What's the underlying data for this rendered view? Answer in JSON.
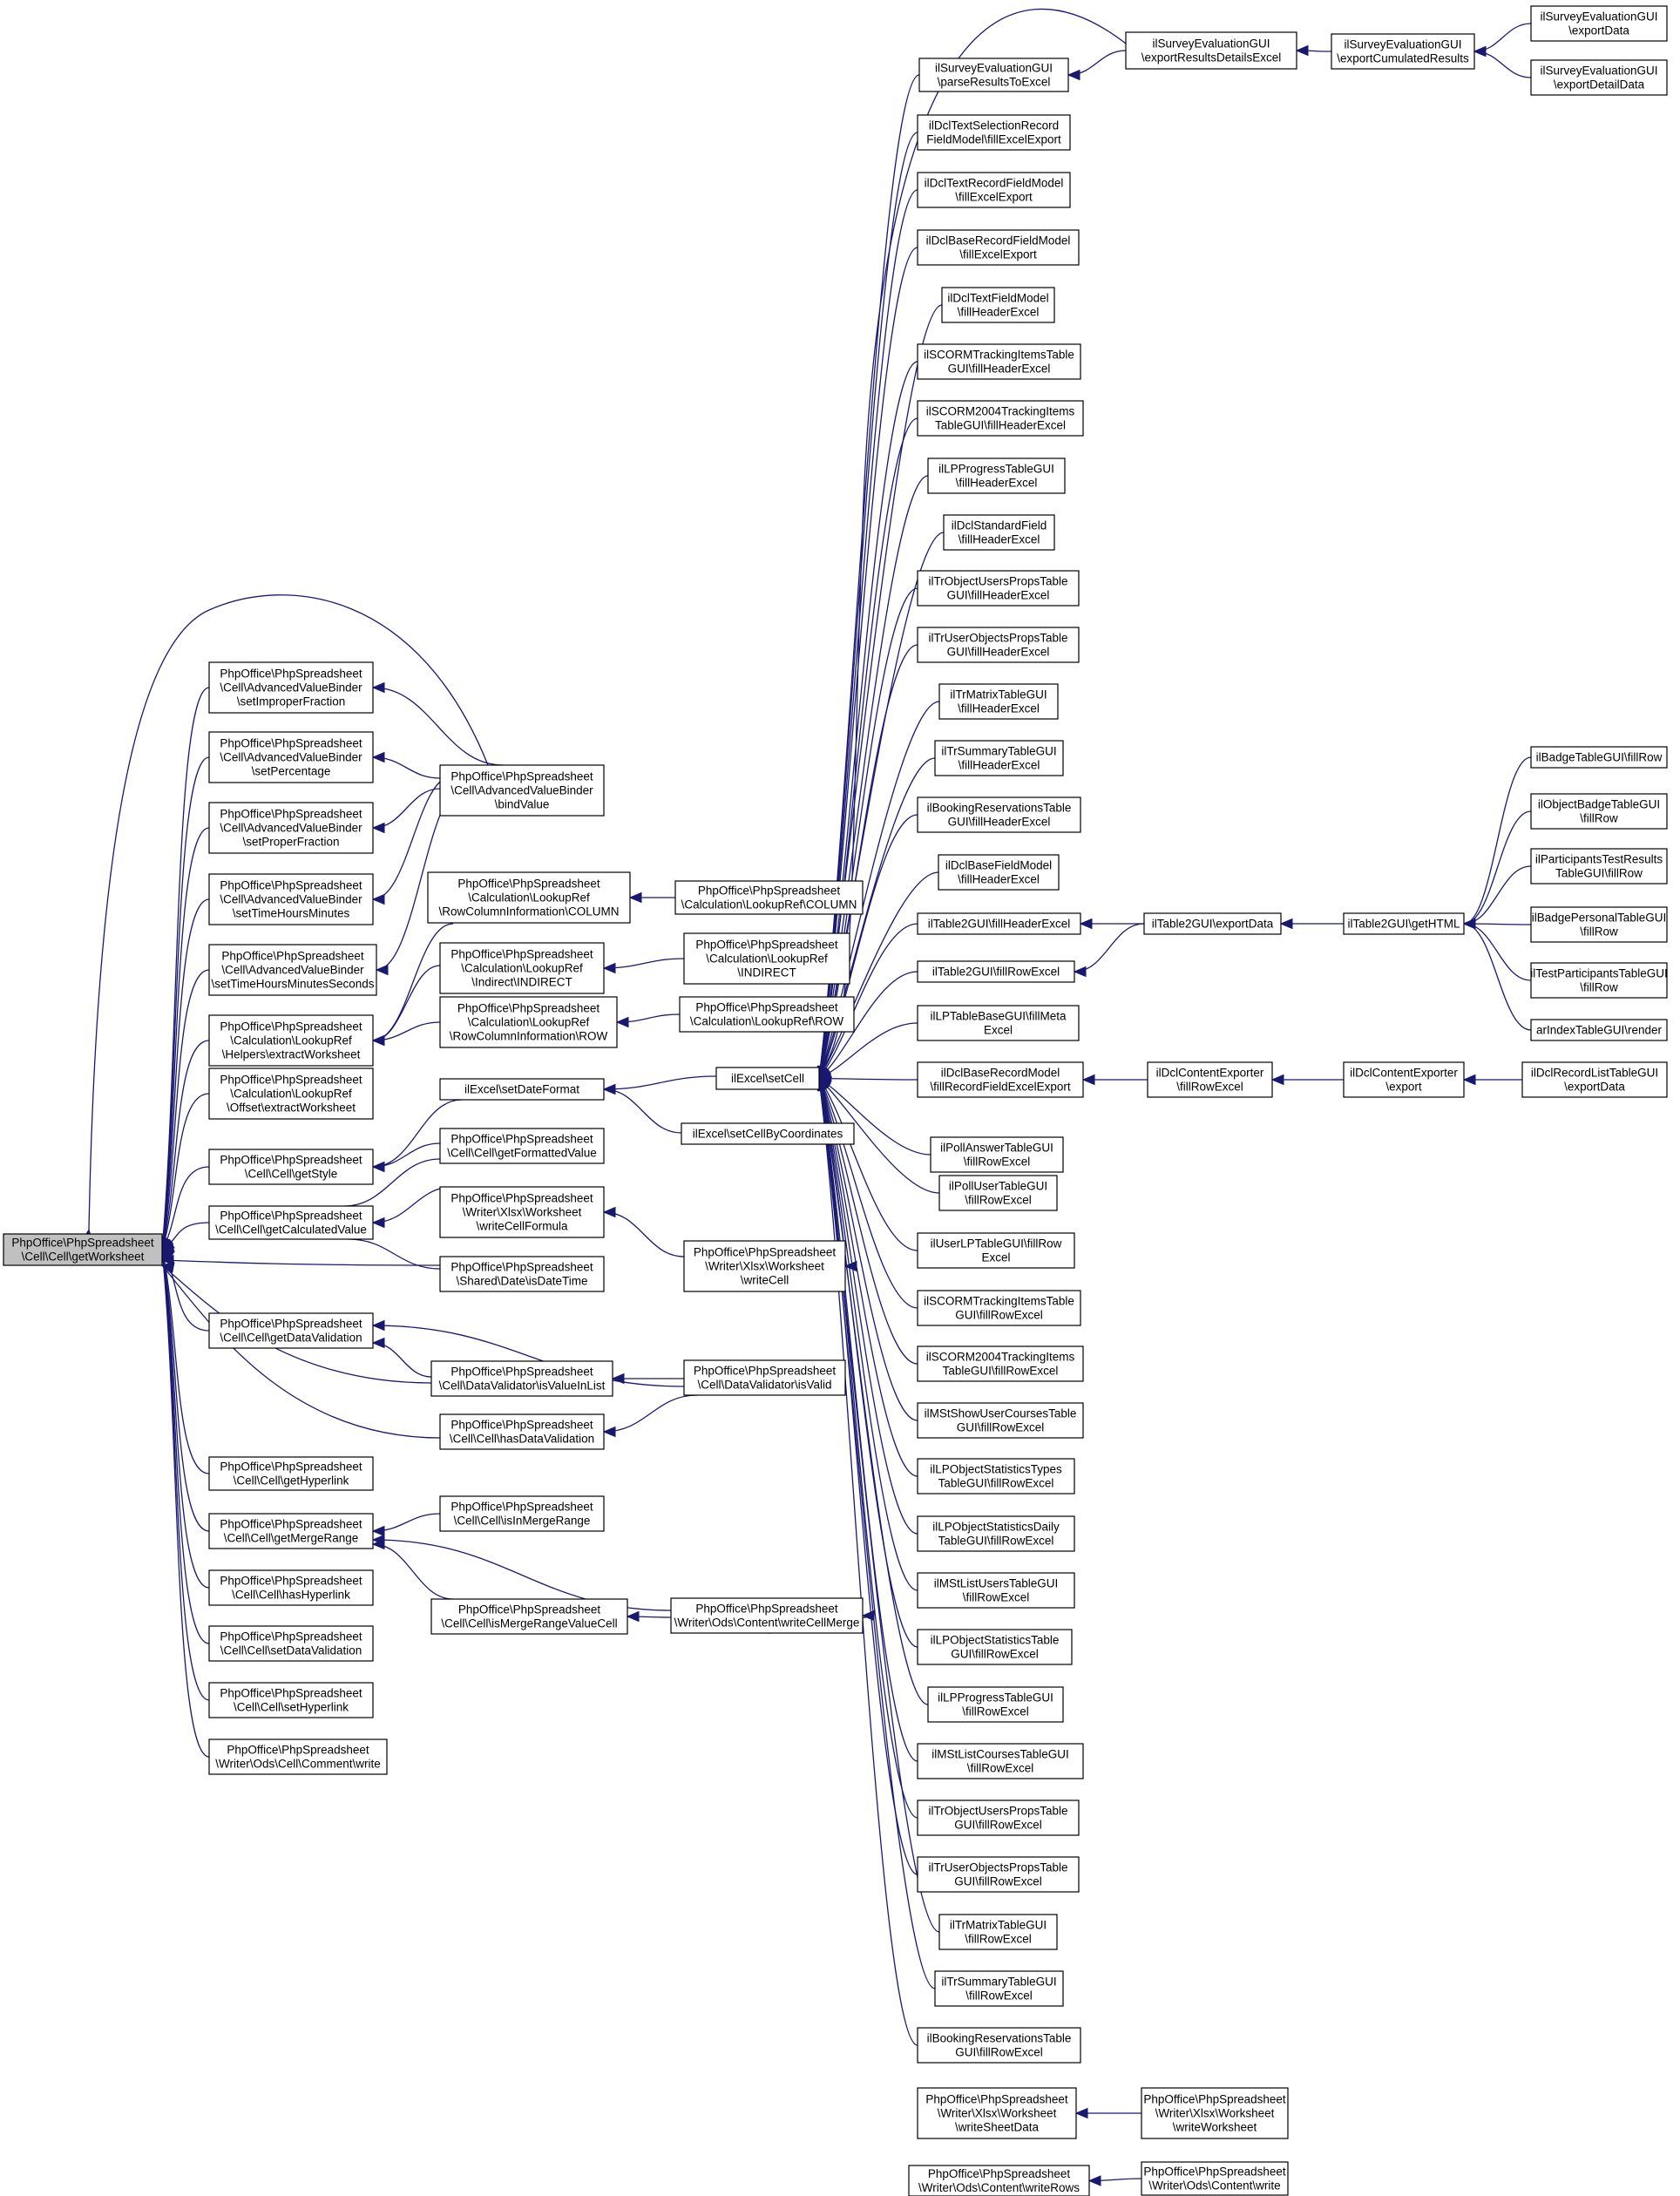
{
  "colors": {
    "edge": "#191970",
    "root_fill": "#c0c0c0",
    "node_fill": "#ffffff",
    "node_border": "#000000"
  },
  "nodes": [
    {
      "id": "root",
      "lines": [
        "PhpOffice\\PhpSpreadsheet",
        "\\Cell\\Cell\\getWorksheet"
      ]
    },
    {
      "id": "a1",
      "lines": [
        "PhpOffice\\PhpSpreadsheet",
        "\\Cell\\AdvancedValueBinder",
        "\\setImproperFraction"
      ]
    },
    {
      "id": "a2",
      "lines": [
        "PhpOffice\\PhpSpreadsheet",
        "\\Cell\\AdvancedValueBinder",
        "\\setPercentage"
      ]
    },
    {
      "id": "a3",
      "lines": [
        "PhpOffice\\PhpSpreadsheet",
        "\\Cell\\AdvancedValueBinder",
        "\\setProperFraction"
      ]
    },
    {
      "id": "a4",
      "lines": [
        "PhpOffice\\PhpSpreadsheet",
        "\\Cell\\AdvancedValueBinder",
        "\\setTimeHoursMinutes"
      ]
    },
    {
      "id": "a5",
      "lines": [
        "PhpOffice\\PhpSpreadsheet",
        "\\Cell\\AdvancedValueBinder",
        "\\setTimeHoursMinutesSeconds"
      ]
    },
    {
      "id": "a6",
      "lines": [
        "PhpOffice\\PhpSpreadsheet",
        "\\Calculation\\LookupRef",
        "\\Helpers\\extractWorksheet"
      ]
    },
    {
      "id": "a7",
      "lines": [
        "PhpOffice\\PhpSpreadsheet",
        "\\Calculation\\LookupRef",
        "\\Offset\\extractWorksheet"
      ]
    },
    {
      "id": "a8",
      "lines": [
        "PhpOffice\\PhpSpreadsheet",
        "\\Cell\\Cell\\getStyle"
      ]
    },
    {
      "id": "a9",
      "lines": [
        "PhpOffice\\PhpSpreadsheet",
        "\\Cell\\Cell\\getCalculatedValue"
      ]
    },
    {
      "id": "a10",
      "lines": [
        "PhpOffice\\PhpSpreadsheet",
        "\\Cell\\Cell\\getDataValidation"
      ]
    },
    {
      "id": "a11",
      "lines": [
        "PhpOffice\\PhpSpreadsheet",
        "\\Cell\\Cell\\getHyperlink"
      ]
    },
    {
      "id": "a12",
      "lines": [
        "PhpOffice\\PhpSpreadsheet",
        "\\Cell\\Cell\\getMergeRange"
      ]
    },
    {
      "id": "a13",
      "lines": [
        "PhpOffice\\PhpSpreadsheet",
        "\\Cell\\Cell\\hasHyperlink"
      ]
    },
    {
      "id": "a14",
      "lines": [
        "PhpOffice\\PhpSpreadsheet",
        "\\Cell\\Cell\\setDataValidation"
      ]
    },
    {
      "id": "a15",
      "lines": [
        "PhpOffice\\PhpSpreadsheet",
        "\\Cell\\Cell\\setHyperlink"
      ]
    },
    {
      "id": "a16",
      "lines": [
        "PhpOffice\\PhpSpreadsheet",
        "\\Writer\\Ods\\Cell\\Comment\\write"
      ]
    },
    {
      "id": "b1",
      "lines": [
        "PhpOffice\\PhpSpreadsheet",
        "\\Cell\\AdvancedValueBinder",
        "\\bindValue"
      ]
    },
    {
      "id": "b2",
      "lines": [
        "PhpOffice\\PhpSpreadsheet",
        "\\Calculation\\LookupRef",
        "\\RowColumnInformation\\COLUMN"
      ]
    },
    {
      "id": "b3",
      "lines": [
        "PhpOffice\\PhpSpreadsheet",
        "\\Calculation\\LookupRef",
        "\\Indirect\\INDIRECT"
      ]
    },
    {
      "id": "b4",
      "lines": [
        "PhpOffice\\PhpSpreadsheet",
        "\\Calculation\\LookupRef",
        "\\RowColumnInformation\\ROW"
      ]
    },
    {
      "id": "b5",
      "lines": [
        "ilExcel\\setDateFormat"
      ]
    },
    {
      "id": "b6",
      "lines": [
        "PhpOffice\\PhpSpreadsheet",
        "\\Cell\\Cell\\getFormattedValue"
      ]
    },
    {
      "id": "b7",
      "lines": [
        "PhpOffice\\PhpSpreadsheet",
        "\\Writer\\Xlsx\\Worksheet",
        "\\writeCellFormula"
      ]
    },
    {
      "id": "b8",
      "lines": [
        "PhpOffice\\PhpSpreadsheet",
        "\\Shared\\Date\\isDateTime"
      ]
    },
    {
      "id": "b9",
      "lines": [
        "PhpOffice\\PhpSpreadsheet",
        "\\Cell\\DataValidator\\isValueInList"
      ]
    },
    {
      "id": "b10",
      "lines": [
        "PhpOffice\\PhpSpreadsheet",
        "\\Cell\\Cell\\hasDataValidation"
      ]
    },
    {
      "id": "b11",
      "lines": [
        "PhpOffice\\PhpSpreadsheet",
        "\\Cell\\Cell\\isInMergeRange"
      ]
    },
    {
      "id": "b12",
      "lines": [
        "PhpOffice\\PhpSpreadsheet",
        "\\Cell\\Cell\\isMergeRangeValueCell"
      ]
    },
    {
      "id": "c1",
      "lines": [
        "PhpOffice\\PhpSpreadsheet",
        "\\Calculation\\LookupRef\\COLUMN"
      ]
    },
    {
      "id": "c2",
      "lines": [
        "PhpOffice\\PhpSpreadsheet",
        "\\Calculation\\LookupRef",
        "\\INDIRECT"
      ]
    },
    {
      "id": "c3",
      "lines": [
        "PhpOffice\\PhpSpreadsheet",
        "\\Calculation\\LookupRef\\ROW"
      ]
    },
    {
      "id": "c4",
      "lines": [
        "ilExcel\\setCell"
      ]
    },
    {
      "id": "c5",
      "lines": [
        "ilExcel\\setCellByCoordinates"
      ]
    },
    {
      "id": "c6",
      "lines": [
        "PhpOffice\\PhpSpreadsheet",
        "\\Writer\\Xlsx\\Worksheet",
        "\\writeCell"
      ]
    },
    {
      "id": "c7",
      "lines": [
        "PhpOffice\\PhpSpreadsheet",
        "\\Cell\\DataValidator\\isValid"
      ]
    },
    {
      "id": "c8",
      "lines": [
        "PhpOffice\\PhpSpreadsheet",
        "\\Writer\\Ods\\Content\\writeCellMerge"
      ]
    },
    {
      "id": "d1",
      "lines": [
        "ilSurveyEvaluationGUI",
        "\\parseResultsToExcel"
      ]
    },
    {
      "id": "d2",
      "lines": [
        "ilDclTextSelectionRecord",
        "FieldModel\\fillExcelExport"
      ]
    },
    {
      "id": "d3",
      "lines": [
        "ilDclTextRecordFieldModel",
        "\\fillExcelExport"
      ]
    },
    {
      "id": "d4",
      "lines": [
        "ilDclBaseRecordFieldModel",
        "\\fillExcelExport"
      ]
    },
    {
      "id": "d5",
      "lines": [
        "ilDclTextFieldModel",
        "\\fillHeaderExcel"
      ]
    },
    {
      "id": "d6",
      "lines": [
        "ilSCORMTrackingItemsTable",
        "GUI\\fillHeaderExcel"
      ]
    },
    {
      "id": "d7",
      "lines": [
        "ilSCORM2004TrackingItems",
        "TableGUI\\fillHeaderExcel"
      ]
    },
    {
      "id": "d8",
      "lines": [
        "ilLPProgressTableGUI",
        "\\fillHeaderExcel"
      ]
    },
    {
      "id": "d9",
      "lines": [
        "ilDclStandardField",
        "\\fillHeaderExcel"
      ]
    },
    {
      "id": "d10",
      "lines": [
        "ilTrObjectUsersPropsTable",
        "GUI\\fillHeaderExcel"
      ]
    },
    {
      "id": "d11",
      "lines": [
        "ilTrUserObjectsPropsTable",
        "GUI\\fillHeaderExcel"
      ]
    },
    {
      "id": "d12",
      "lines": [
        "ilTrMatrixTableGUI",
        "\\fillHeaderExcel"
      ]
    },
    {
      "id": "d13",
      "lines": [
        "ilTrSummaryTableGUI",
        "\\fillHeaderExcel"
      ]
    },
    {
      "id": "d14",
      "lines": [
        "ilBookingReservationsTable",
        "GUI\\fillHeaderExcel"
      ]
    },
    {
      "id": "d15",
      "lines": [
        "ilDclBaseFieldModel",
        "\\fillHeaderExcel"
      ]
    },
    {
      "id": "d16",
      "lines": [
        "ilTable2GUI\\fillHeaderExcel"
      ]
    },
    {
      "id": "d17",
      "lines": [
        "ilTable2GUI\\fillRowExcel"
      ]
    },
    {
      "id": "d18",
      "lines": [
        "ilLPTableBaseGUI\\fillMeta",
        "Excel"
      ]
    },
    {
      "id": "d19",
      "lines": [
        "ilDclBaseRecordModel",
        "\\fillRecordFieldExcelExport"
      ]
    },
    {
      "id": "d20",
      "lines": [
        "ilPollAnswerTableGUI",
        "\\fillRowExcel"
      ]
    },
    {
      "id": "d21",
      "lines": [
        "ilPollUserTableGUI",
        "\\fillRowExcel"
      ]
    },
    {
      "id": "d22",
      "lines": [
        "ilUserLPTableGUI\\fillRow",
        "Excel"
      ]
    },
    {
      "id": "d23",
      "lines": [
        "ilSCORMTrackingItemsTable",
        "GUI\\fillRowExcel"
      ]
    },
    {
      "id": "d24",
      "lines": [
        "ilSCORM2004TrackingItems",
        "TableGUI\\fillRowExcel"
      ]
    },
    {
      "id": "d25",
      "lines": [
        "ilMStShowUserCoursesTable",
        "GUI\\fillRowExcel"
      ]
    },
    {
      "id": "d26",
      "lines": [
        "ilLPObjectStatisticsTypes",
        "TableGUI\\fillRowExcel"
      ]
    },
    {
      "id": "d27",
      "lines": [
        "ilLPObjectStatisticsDaily",
        "TableGUI\\fillRowExcel"
      ]
    },
    {
      "id": "d28",
      "lines": [
        "ilMStListUsersTableGUI",
        "\\fillRowExcel"
      ]
    },
    {
      "id": "d29",
      "lines": [
        "ilLPObjectStatisticsTable",
        "GUI\\fillRowExcel"
      ]
    },
    {
      "id": "d30",
      "lines": [
        "ilLPProgressTableGUI",
        "\\fillRowExcel"
      ]
    },
    {
      "id": "d31",
      "lines": [
        "ilMStListCoursesTableGUI",
        "\\fillRowExcel"
      ]
    },
    {
      "id": "d32",
      "lines": [
        "ilTrObjectUsersPropsTable",
        "GUI\\fillRowExcel"
      ]
    },
    {
      "id": "d33",
      "lines": [
        "ilTrUserObjectsPropsTable",
        "GUI\\fillRowExcel"
      ]
    },
    {
      "id": "d34",
      "lines": [
        "ilTrMatrixTableGUI",
        "\\fillRowExcel"
      ]
    },
    {
      "id": "d35",
      "lines": [
        "ilTrSummaryTableGUI",
        "\\fillRowExcel"
      ]
    },
    {
      "id": "d36",
      "lines": [
        "ilBookingReservationsTable",
        "GUI\\fillRowExcel"
      ]
    },
    {
      "id": "d37",
      "lines": [
        "PhpOffice\\PhpSpreadsheet",
        "\\Writer\\Xlsx\\Worksheet",
        "\\writeSheetData"
      ]
    },
    {
      "id": "d38",
      "lines": [
        "PhpOffice\\PhpSpreadsheet",
        "\\Writer\\Ods\\Content\\writeRows"
      ]
    },
    {
      "id": "e1",
      "lines": [
        "ilSurveyEvaluationGUI",
        "\\exportResultsDetailsExcel"
      ]
    },
    {
      "id": "e2",
      "lines": [
        "ilTable2GUI\\exportData"
      ]
    },
    {
      "id": "e3",
      "lines": [
        "ilDclContentExporter",
        "\\fillRowExcel"
      ]
    },
    {
      "id": "e4",
      "lines": [
        "PhpOffice\\PhpSpreadsheet",
        "\\Writer\\Xlsx\\Worksheet",
        "\\writeWorksheet"
      ]
    },
    {
      "id": "e5",
      "lines": [
        "PhpOffice\\PhpSpreadsheet",
        "\\Writer\\Ods\\Content\\write"
      ]
    },
    {
      "id": "f1",
      "lines": [
        "ilSurveyEvaluationGUI",
        "\\exportCumulatedResults"
      ]
    },
    {
      "id": "f2",
      "lines": [
        "ilTable2GUI\\getHTML"
      ]
    },
    {
      "id": "f3",
      "lines": [
        "ilDclContentExporter",
        "\\export"
      ]
    },
    {
      "id": "g1",
      "lines": [
        "ilSurveyEvaluationGUI",
        "\\exportData"
      ]
    },
    {
      "id": "g2",
      "lines": [
        "ilSurveyEvaluationGUI",
        "\\exportDetailData"
      ]
    },
    {
      "id": "g3",
      "lines": [
        "ilBadgeTableGUI\\fillRow"
      ]
    },
    {
      "id": "g4",
      "lines": [
        "ilObjectBadgeTableGUI",
        "\\fillRow"
      ]
    },
    {
      "id": "g5",
      "lines": [
        "ilParticipantsTestResults",
        "TableGUI\\fillRow"
      ]
    },
    {
      "id": "g6",
      "lines": [
        "ilBadgePersonalTableGUI",
        "\\fillRow"
      ]
    },
    {
      "id": "g7",
      "lines": [
        "ilTestParticipantsTableGUI",
        "\\fillRow"
      ]
    },
    {
      "id": "g8",
      "lines": [
        "arIndexTableGUI\\render"
      ]
    },
    {
      "id": "g9",
      "lines": [
        "ilDclRecordListTableGUI",
        "\\exportData"
      ]
    }
  ],
  "edges": [
    [
      "a1",
      "root"
    ],
    [
      "a2",
      "root"
    ],
    [
      "a3",
      "root"
    ],
    [
      "a4",
      "root"
    ],
    [
      "a5",
      "root"
    ],
    [
      "a6",
      "root"
    ],
    [
      "a7",
      "root"
    ],
    [
      "a8",
      "root"
    ],
    [
      "a9",
      "root"
    ],
    [
      "a10",
      "root"
    ],
    [
      "a11",
      "root"
    ],
    [
      "a12",
      "root"
    ],
    [
      "a13",
      "root"
    ],
    [
      "a14",
      "root"
    ],
    [
      "a15",
      "root"
    ],
    [
      "a16",
      "root"
    ],
    [
      "b1",
      "root"
    ],
    [
      "b8",
      "root"
    ],
    [
      "b9",
      "root"
    ],
    [
      "b10",
      "root"
    ],
    [
      "b1",
      "a1"
    ],
    [
      "b1",
      "a2"
    ],
    [
      "b1",
      "a3"
    ],
    [
      "b1",
      "a4"
    ],
    [
      "b1",
      "a5"
    ],
    [
      "b2",
      "a6"
    ],
    [
      "b3",
      "a6"
    ],
    [
      "b4",
      "a6"
    ],
    [
      "b5",
      "a8"
    ],
    [
      "b6",
      "a8"
    ],
    [
      "b6",
      "a9"
    ],
    [
      "b7",
      "a9"
    ],
    [
      "b8",
      "a9"
    ],
    [
      "b9",
      "a10"
    ],
    [
      "c7",
      "a10"
    ],
    [
      "b11",
      "a12"
    ],
    [
      "b12",
      "a12"
    ],
    [
      "c8",
      "a12"
    ],
    [
      "c1",
      "b2"
    ],
    [
      "c2",
      "b3"
    ],
    [
      "c3",
      "b4"
    ],
    [
      "c4",
      "b5"
    ],
    [
      "c5",
      "b5"
    ],
    [
      "c6",
      "b7"
    ],
    [
      "c7",
      "b9"
    ],
    [
      "c7",
      "b10"
    ],
    [
      "c8",
      "b12"
    ],
    [
      "d1",
      "c4"
    ],
    [
      "d2",
      "c4"
    ],
    [
      "d3",
      "c4"
    ],
    [
      "d4",
      "c4"
    ],
    [
      "d5",
      "c4"
    ],
    [
      "d6",
      "c4"
    ],
    [
      "d7",
      "c4"
    ],
    [
      "d8",
      "c4"
    ],
    [
      "d9",
      "c4"
    ],
    [
      "d10",
      "c4"
    ],
    [
      "d11",
      "c4"
    ],
    [
      "d12",
      "c4"
    ],
    [
      "d13",
      "c4"
    ],
    [
      "d14",
      "c4"
    ],
    [
      "d15",
      "c4"
    ],
    [
      "d16",
      "c4"
    ],
    [
      "d17",
      "c4"
    ],
    [
      "d18",
      "c4"
    ],
    [
      "d19",
      "c4"
    ],
    [
      "d20",
      "c4"
    ],
    [
      "d21",
      "c4"
    ],
    [
      "d22",
      "c4"
    ],
    [
      "d23",
      "c4"
    ],
    [
      "d24",
      "c4"
    ],
    [
      "d25",
      "c4"
    ],
    [
      "d26",
      "c4"
    ],
    [
      "d27",
      "c4"
    ],
    [
      "d28",
      "c4"
    ],
    [
      "d29",
      "c4"
    ],
    [
      "d30",
      "c4"
    ],
    [
      "d31",
      "c4"
    ],
    [
      "d32",
      "c4"
    ],
    [
      "d33",
      "c4"
    ],
    [
      "d34",
      "c4"
    ],
    [
      "d35",
      "c4"
    ],
    [
      "d36",
      "c4"
    ],
    [
      "e1",
      "c4"
    ],
    [
      "d37",
      "c6"
    ],
    [
      "d38",
      "c8"
    ],
    [
      "e1",
      "d1"
    ],
    [
      "e2",
      "d16"
    ],
    [
      "e2",
      "d17"
    ],
    [
      "e3",
      "d19"
    ],
    [
      "e4",
      "d37"
    ],
    [
      "e5",
      "d38"
    ],
    [
      "f1",
      "e1"
    ],
    [
      "f2",
      "e2"
    ],
    [
      "f3",
      "e3"
    ],
    [
      "g1",
      "f1"
    ],
    [
      "g2",
      "f1"
    ],
    [
      "g3",
      "f2"
    ],
    [
      "g4",
      "f2"
    ],
    [
      "g5",
      "f2"
    ],
    [
      "g6",
      "f2"
    ],
    [
      "g7",
      "f2"
    ],
    [
      "g8",
      "f2"
    ],
    [
      "g9",
      "f3"
    ]
  ]
}
